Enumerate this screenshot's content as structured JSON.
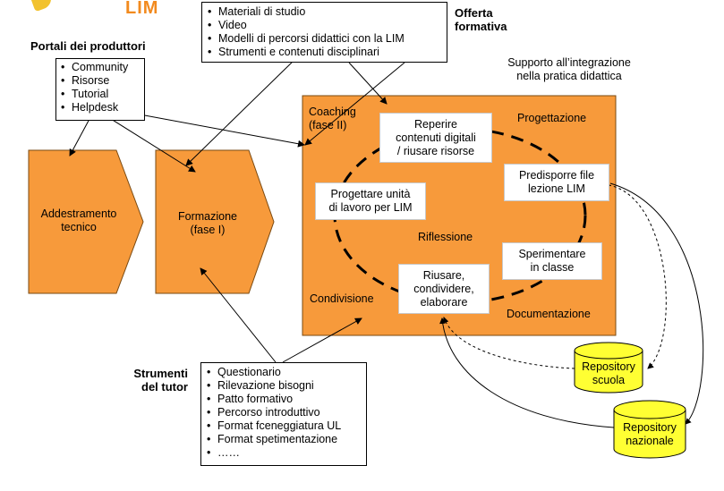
{
  "colors": {
    "orange": "#f79a3b",
    "orange_border": "#7a4a12",
    "yellow": "#ffff33",
    "logo_orange": "#f28a1e"
  },
  "logo": {
    "text": "LIM"
  },
  "offerta": {
    "title": "Offerta\nformativa",
    "items": [
      "Materiali di studio",
      "Video",
      "Modelli di percorsi didattici con la LIM",
      "Strumenti e contenuti disciplinari"
    ]
  },
  "portali": {
    "title": "Portali dei produttori",
    "items": [
      "Community",
      "Risorse",
      "Tutorial",
      "Helpdesk"
    ]
  },
  "supporto": {
    "label": "Supporto all’integrazione\nnella pratica didattica"
  },
  "addestramento": {
    "label": "Addestramento\ntecnico"
  },
  "formazione": {
    "label": "Formazione\n(fase I)"
  },
  "cycle": {
    "coaching": "Coaching\n(fase II)",
    "progettazione": "Progettazione",
    "reperire": "Reperire\ncontenuti digitali\n/ riusare risorse",
    "predisporre": "Predisporre file\nlezione LIM",
    "progettare": "Progettare unità\ndi lavoro per LIM",
    "riflessione": "Riflessione",
    "sperimentare": "Sperimentare\nin classe",
    "riusare": "Riusare,\ncondividere,\nelaborare",
    "condivisione": "Condivisione",
    "documentazione": "Documentazione"
  },
  "strumenti": {
    "title": "Strumenti\ndel tutor",
    "items": [
      "Questionario",
      "Rilevazione bisogni",
      "Patto formativo",
      "Percorso introduttivo",
      "Format fceneggiatura UL",
      "Format spetimentazione",
      "……"
    ]
  },
  "repository": {
    "scuola": "Repository\nscuola",
    "nazionale": "Repository\nnazionale"
  }
}
